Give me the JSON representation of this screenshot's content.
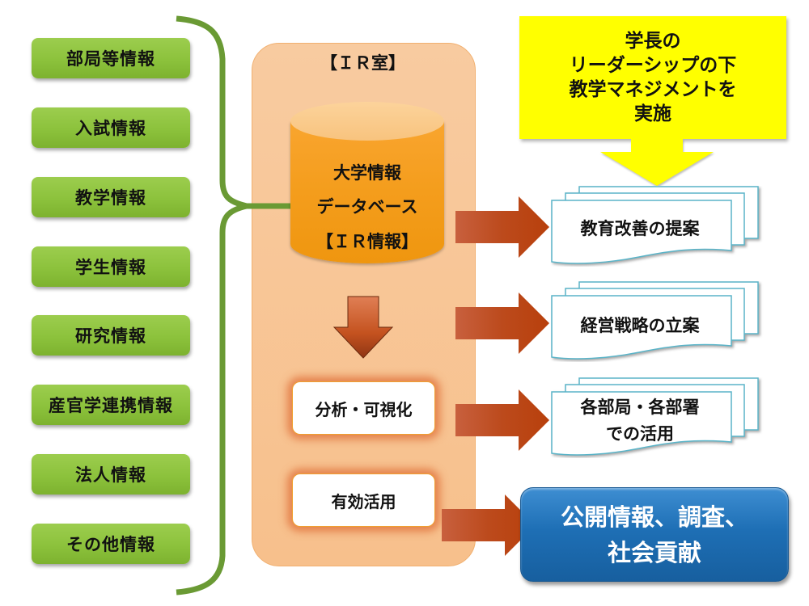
{
  "sources": {
    "items": [
      {
        "label": "部局等情報"
      },
      {
        "label": "入試情報"
      },
      {
        "label": "教学情報"
      },
      {
        "label": "学生情報"
      },
      {
        "label": "研究情報"
      },
      {
        "label": "産官学連携情報"
      },
      {
        "label": "法人情報"
      },
      {
        "label": "その他情報"
      }
    ]
  },
  "ir_room": {
    "title": "【ＩＲ室】",
    "database": {
      "line1": "大学情報",
      "line2": "データベース",
      "line3": "【ＩＲ情報】"
    },
    "process1": "分析・可視化",
    "process2": "有効活用"
  },
  "leadership": {
    "line1": "学長の",
    "line2": "リーダーシップの下",
    "line3": "教学マネジメントを",
    "line4": "実施"
  },
  "outputs": {
    "doc1": {
      "line1": "教育改善の提案"
    },
    "doc2": {
      "line1": "経営戦略の立案"
    },
    "doc3": {
      "line1": "各部局・各部署",
      "line2": "での活用"
    },
    "public": {
      "line1": "公開情報、調査、",
      "line2": "社会貢献"
    }
  },
  "colors": {
    "green": "#8cc23c",
    "brace": "#6a9a34",
    "ir_room": "#f8c796",
    "database": "#f49d1c",
    "arrow_red": "#b9410f",
    "yellow": "#ffff00",
    "doc_border": "#5ab4c8",
    "blue": "#1e6fb5"
  }
}
